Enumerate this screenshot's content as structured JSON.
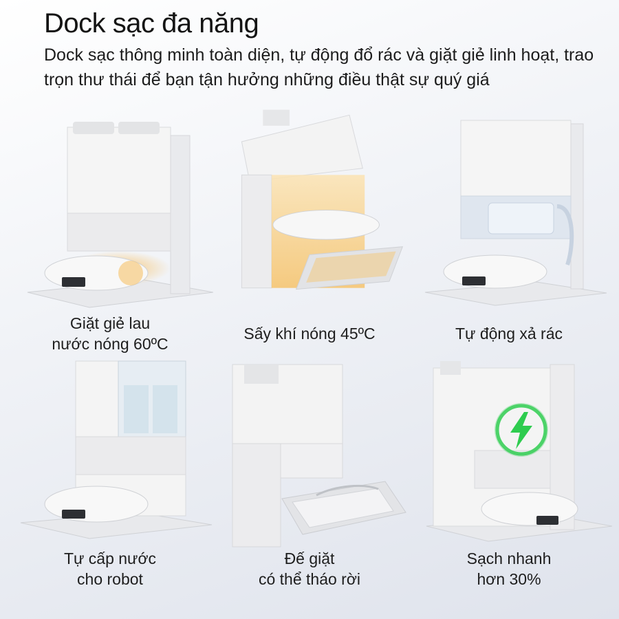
{
  "header": {
    "title": "Dock sạc đa năng",
    "subtitle": "Dock sạc thông minh toàn diện, tự động đổ rác và giặt giẻ linh hoạt, trao trọn thư thái để bạn tận hưởng những điều thật sự quý giá"
  },
  "features": [
    {
      "line1": "Giặt giẻ lau",
      "line2": "nước nóng 60ºC",
      "icon": "hot-water-mop-wash-icon"
    },
    {
      "line1": "Sấy khí nóng 45ºC",
      "line2": "",
      "icon": "hot-air-drying-icon"
    },
    {
      "line1": "Tự động xả rác",
      "line2": "",
      "icon": "auto-empty-dust-icon"
    },
    {
      "line1": "Tự cấp nước",
      "line2": "cho robot",
      "icon": "auto-water-refill-icon"
    },
    {
      "line1": "Đế giặt",
      "line2": "có thể tháo rời",
      "icon": "removable-wash-tray-icon"
    },
    {
      "line1": "Sạch nhanh",
      "line2": "hơn 30%",
      "icon": "lightning-bolt-icon"
    }
  ],
  "colors": {
    "warm_glow": "#f6c36b",
    "charge_green": "#2ecc4f",
    "dock_white": "#f4f4f4",
    "dock_shadow": "#d6d8dc"
  }
}
